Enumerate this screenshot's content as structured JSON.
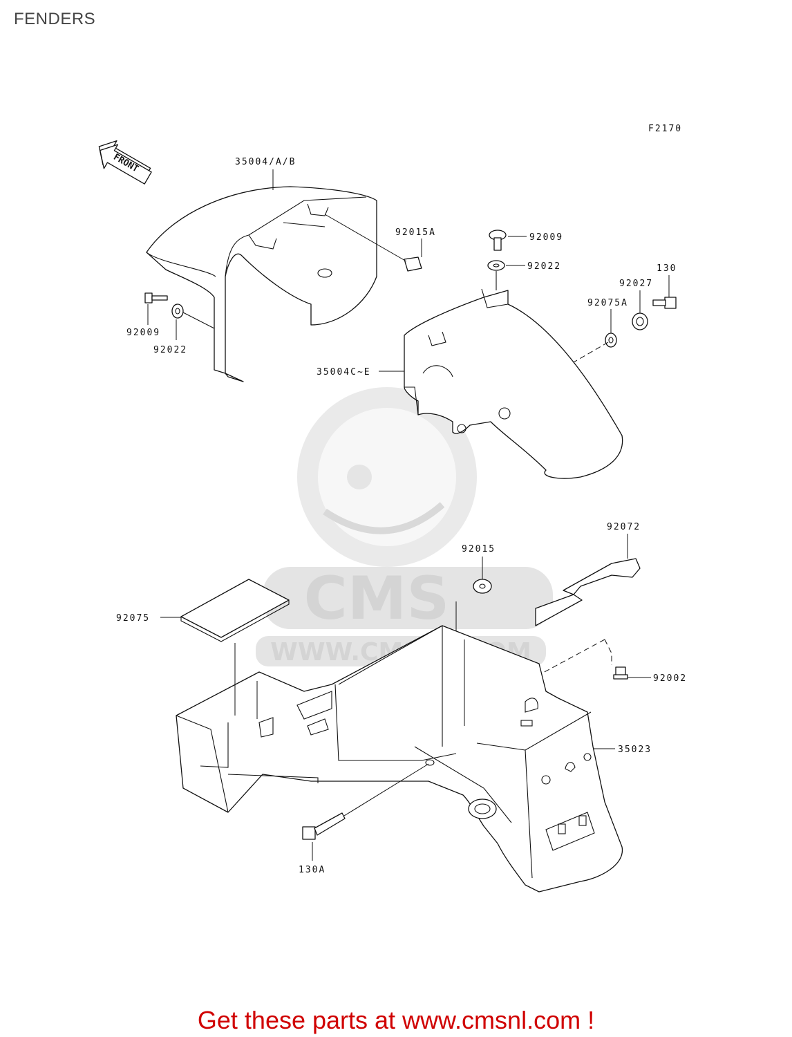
{
  "title": "FENDERS",
  "figure_code": "F2170",
  "front_label": "FRONT",
  "watermark": {
    "logo_text": "CMS",
    "url_text": "WWW.CMSNL.COM"
  },
  "parts": {
    "front_fender": "35004/A/B",
    "front_fender_nut": "92015A",
    "bolt_top": "92009",
    "washer_top": "92022",
    "collar": "130",
    "bushing": "92027",
    "washer_side": "92075A",
    "bolt_left": "92009",
    "washer_left": "92022",
    "rear_fender_front": "35004C~E",
    "strap": "92072",
    "grommet": "92015",
    "pad": "92075",
    "bolt_rear": "92002",
    "rear_fender": "35023",
    "bolt_bottom": "130A"
  },
  "footer": "Get these parts at www.cmsnl.com !"
}
